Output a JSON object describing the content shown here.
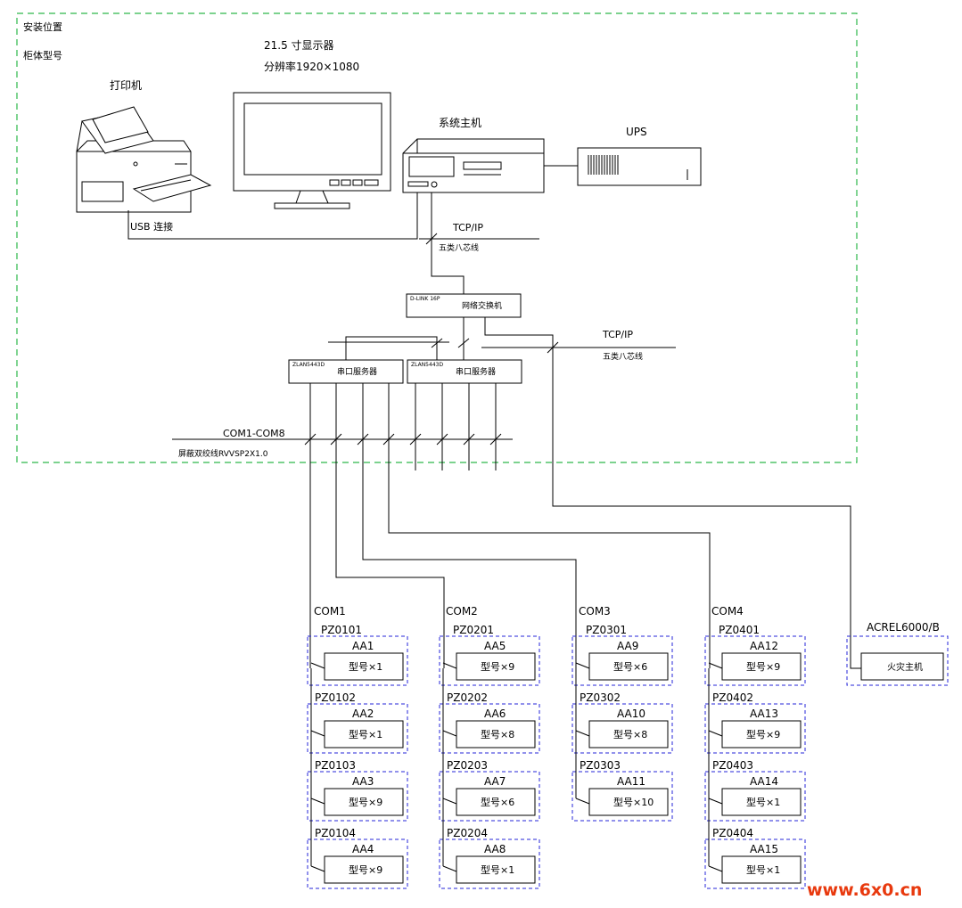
{
  "colors": {
    "boundary": "#2db84a",
    "cabinet_border": "#2525d8",
    "line": "#000000",
    "watermark": "#e8390e"
  },
  "labels": {
    "install_location": "安装位置",
    "cabinet_model": "柜体型号",
    "monitor_size": "21.5 寸显示器",
    "monitor_resolution": "分辨率1920×1080",
    "printer": "打印机",
    "host": "系统主机",
    "ups": "UPS",
    "usb": "USB 连接",
    "tcpip_1": "TCP/IP",
    "cable_1": "五类八芯线",
    "switch_model": "D-LINK 16P",
    "switch_name": "网络交换机",
    "tcpip_2": "TCP/IP",
    "cable_2": "五类八芯线",
    "server1_model": "ZLAN5443D",
    "server1_name": "串口服务器",
    "server2_model": "ZLAN5443D",
    "server2_name": "串口服务器",
    "com_range": "COM1-COM8",
    "bus_cable": "屏蔽双绞线RVVSP2X1.0",
    "fire_model": "ACREL6000/B",
    "fire_host": "火灾主机",
    "watermark": "www.6x0.cn"
  },
  "columns": [
    {
      "com": "COM1",
      "cabinets": [
        {
          "name": "PZ0101",
          "aa": "AA1",
          "device": "型号×1"
        },
        {
          "name": "PZ0102",
          "aa": "AA2",
          "device": "型号×1"
        },
        {
          "name": "PZ0103",
          "aa": "AA3",
          "device": "型号×9"
        },
        {
          "name": "PZ0104",
          "aa": "AA4",
          "device": "型号×9"
        }
      ]
    },
    {
      "com": "COM2",
      "cabinets": [
        {
          "name": "PZ0201",
          "aa": "AA5",
          "device": "型号×9"
        },
        {
          "name": "PZ0202",
          "aa": "AA6",
          "device": "型号×8"
        },
        {
          "name": "PZ0203",
          "aa": "AA7",
          "device": "型号×6"
        },
        {
          "name": "PZ0204",
          "aa": "AA8",
          "device": "型号×1"
        }
      ]
    },
    {
      "com": "COM3",
      "cabinets": [
        {
          "name": "PZ0301",
          "aa": "AA9",
          "device": "型号×6"
        },
        {
          "name": "PZ0302",
          "aa": "AA10",
          "device": "型号×8"
        },
        {
          "name": "PZ0303",
          "aa": "AA11",
          "device": "型号×10"
        }
      ]
    },
    {
      "com": "COM4",
      "cabinets": [
        {
          "name": "PZ0401",
          "aa": "AA12",
          "device": "型号×9"
        },
        {
          "name": "PZ0402",
          "aa": "AA13",
          "device": "型号×9"
        },
        {
          "name": "PZ0403",
          "aa": "AA14",
          "device": "型号×1"
        },
        {
          "name": "PZ0404",
          "aa": "AA15",
          "device": "型号×1"
        }
      ]
    }
  ]
}
